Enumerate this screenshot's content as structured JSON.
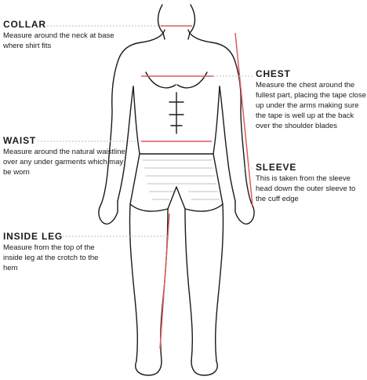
{
  "measurements": {
    "collar": {
      "title": "COLLAR",
      "description": "Measure around the neck at base where shirt fits"
    },
    "chest": {
      "title": "CHEST",
      "description": "Measure the chest around the fullest part, placing the tape close up under the arms making sure the tape is well up at the back over the shoulder blades"
    },
    "waist": {
      "title": "WAIST",
      "description": "Measure around the natural waistline over any under garments which may be worn"
    },
    "sleeve": {
      "title": "SLEEVE",
      "description": "This is taken from the sleeve head down the outer sleeve to the cuff edge"
    },
    "inside_leg": {
      "title": "INSIDE LEG",
      "description": "Measure from the top of the inside leg at the crotch to the hem"
    }
  },
  "colors": {
    "measure_line": "#e05a5a",
    "leader_line": "#bdbdbd",
    "ink": "#1a1a1a"
  }
}
